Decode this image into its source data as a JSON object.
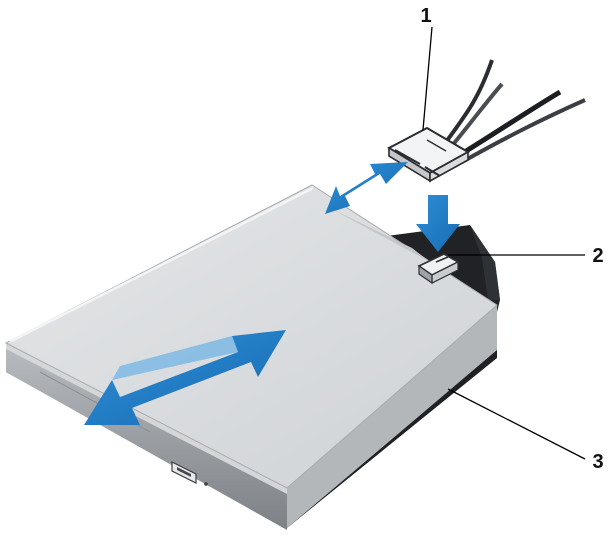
{
  "callouts": [
    {
      "number": "1",
      "target": "cable-connector"
    },
    {
      "number": "2",
      "target": "release-tab"
    },
    {
      "number": "3",
      "target": "optical-drive"
    }
  ],
  "colors": {
    "arrow_fill": "#1f78c1",
    "arrow_light": "#46a3e3",
    "drive_top": "#d9dbdd",
    "drive_edge": "#b8babd",
    "drive_bezel": "#9a9ea3",
    "drive_bottom": "#1f2124",
    "cable": "#2b2d30",
    "leader_line": "#000000"
  },
  "icons": {
    "cable_connector": "connector-plug-icon",
    "release_tab": "latch-tab-icon",
    "eject_button": "eject-button-icon"
  }
}
